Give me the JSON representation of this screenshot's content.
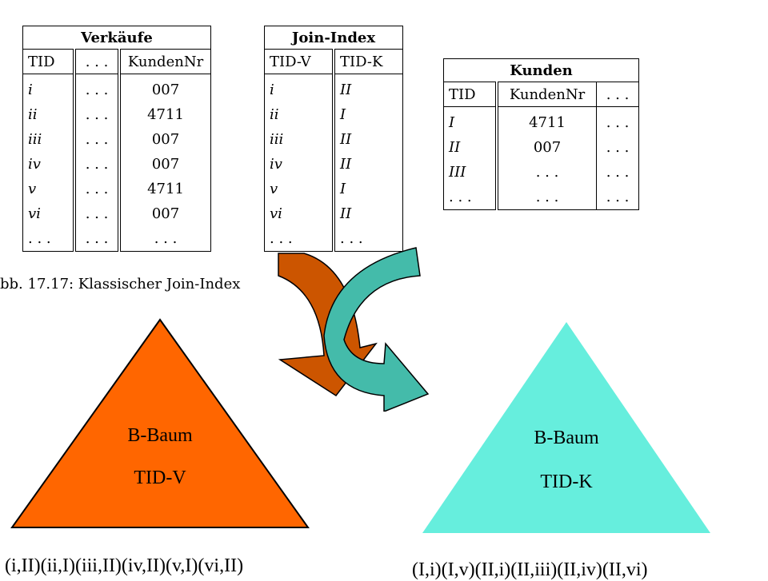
{
  "tables": {
    "verkaeufe": {
      "title": "Verkäufe",
      "headers": [
        "TID",
        "...",
        "KundenNr"
      ],
      "rows": [
        [
          "i",
          "...",
          "007"
        ],
        [
          "ii",
          "...",
          "4711"
        ],
        [
          "iii",
          "...",
          "007"
        ],
        [
          "iv",
          "...",
          "007"
        ],
        [
          "v",
          "...",
          "4711"
        ],
        [
          "vi",
          "...",
          "007"
        ],
        [
          "...",
          "...",
          "..."
        ]
      ]
    },
    "join_index": {
      "title": "Join-Index",
      "headers": [
        "TID-V",
        "TID-K"
      ],
      "rows": [
        [
          "i",
          "II"
        ],
        [
          "ii",
          "I"
        ],
        [
          "iii",
          "II"
        ],
        [
          "iv",
          "II"
        ],
        [
          "v",
          "I"
        ],
        [
          "vi",
          "II"
        ],
        [
          "...",
          "..."
        ]
      ]
    },
    "kunden": {
      "title": "Kunden",
      "headers": [
        "TID",
        "KundenNr",
        "..."
      ],
      "rows": [
        [
          "I",
          "4711",
          "..."
        ],
        [
          "II",
          "007",
          "..."
        ],
        [
          "III",
          "...",
          "..."
        ],
        [
          "...",
          "...",
          "..."
        ]
      ]
    }
  },
  "caption": "bb. 17.17: Klassischer Join-Index",
  "trees": {
    "v": {
      "line1": "B-Baum",
      "line2": "TID-V",
      "color": "#ff6600"
    },
    "k": {
      "line1": "B-Baum",
      "line2": "TID-K",
      "color": "#66eedd"
    }
  },
  "arrows": {
    "orange": "#cc5500",
    "teal": "#44bbaa"
  },
  "lists": {
    "v": "(i,II)(ii,I)(iii,II)(iv,II)(v,I)(vi,II)",
    "k": "(I,i)(I,v)(II,i)(II,iii)(II,iv)(II,vi)"
  }
}
